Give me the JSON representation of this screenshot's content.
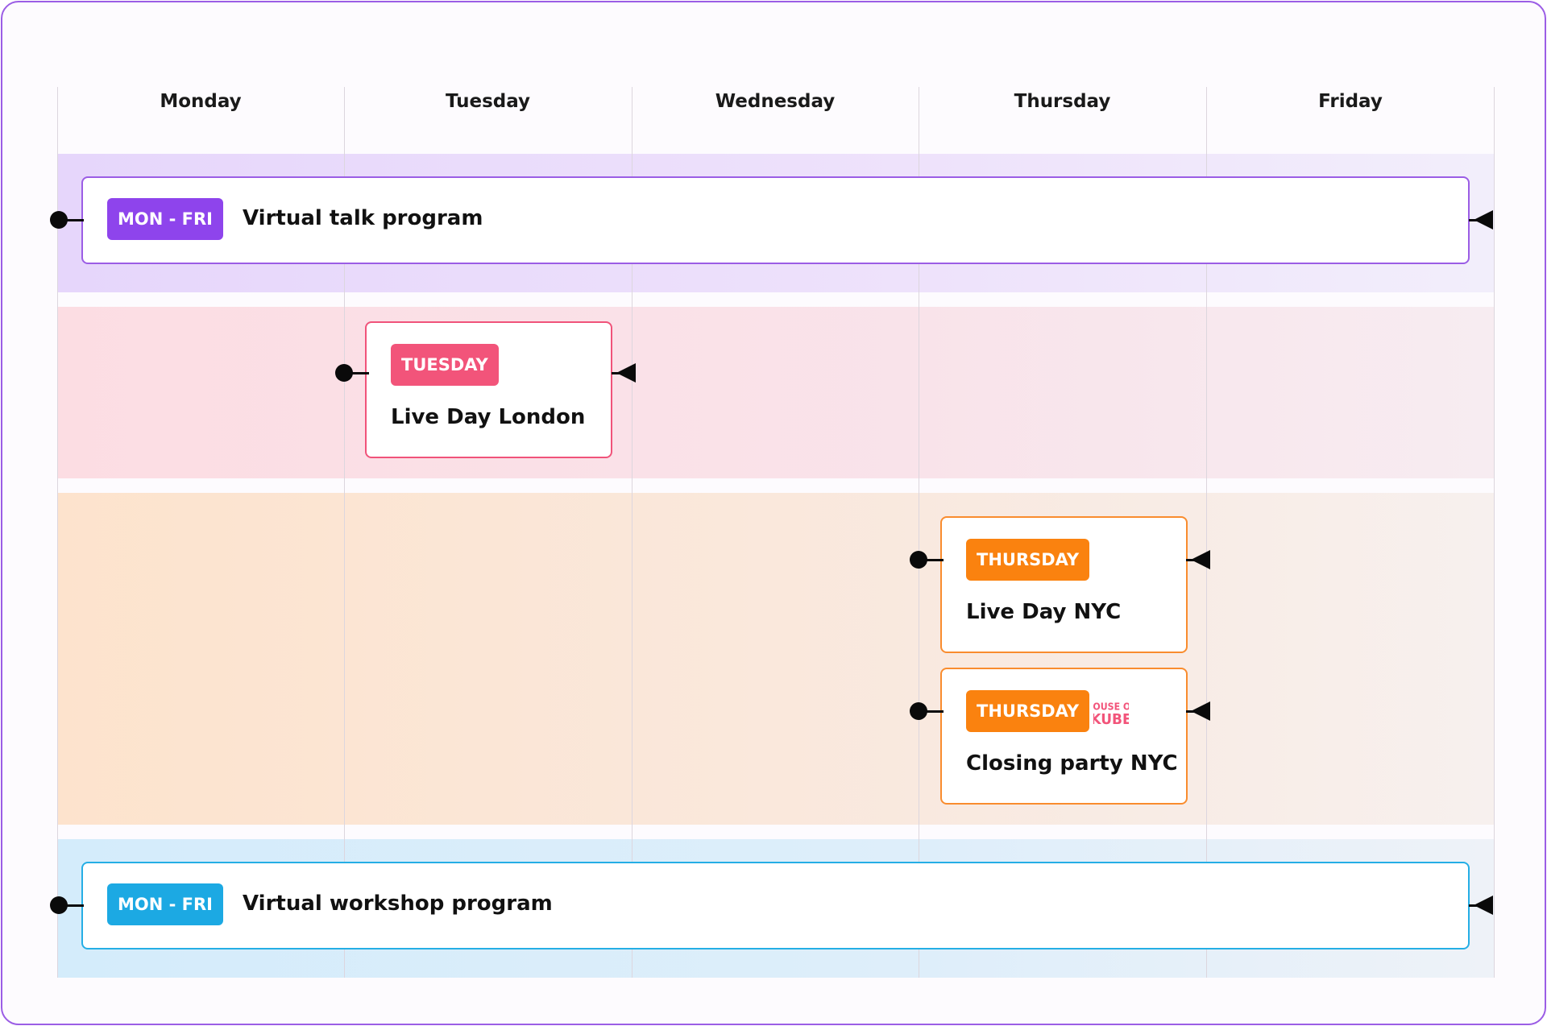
{
  "days": [
    "Monday",
    "Tuesday",
    "Wednesday",
    "Thursday",
    "Friday"
  ],
  "events": {
    "talk": {
      "badge": "MON - FRI",
      "title": "Virtual talk program"
    },
    "london": {
      "badge": "TUESDAY",
      "title": "Live Day London"
    },
    "nyc": {
      "badge": "THURSDAY",
      "title": "Live Day NYC"
    },
    "party": {
      "badge": "THURSDAY",
      "title": "Closing party NYC",
      "logo": "HOUSE OF KUBE"
    },
    "workshop": {
      "badge": "MON - FRI",
      "title": "Virtual workshop program"
    }
  },
  "colors": {
    "purple": "#8e44ec",
    "pink": "#f2547a",
    "orange": "#fa820f",
    "blue": "#1ca9e3",
    "frame": "#9b5de5"
  },
  "icons": {
    "start": "dot-connector-icon",
    "end": "triangle-arrow-icon",
    "logo": "house-of-kube-logo"
  }
}
